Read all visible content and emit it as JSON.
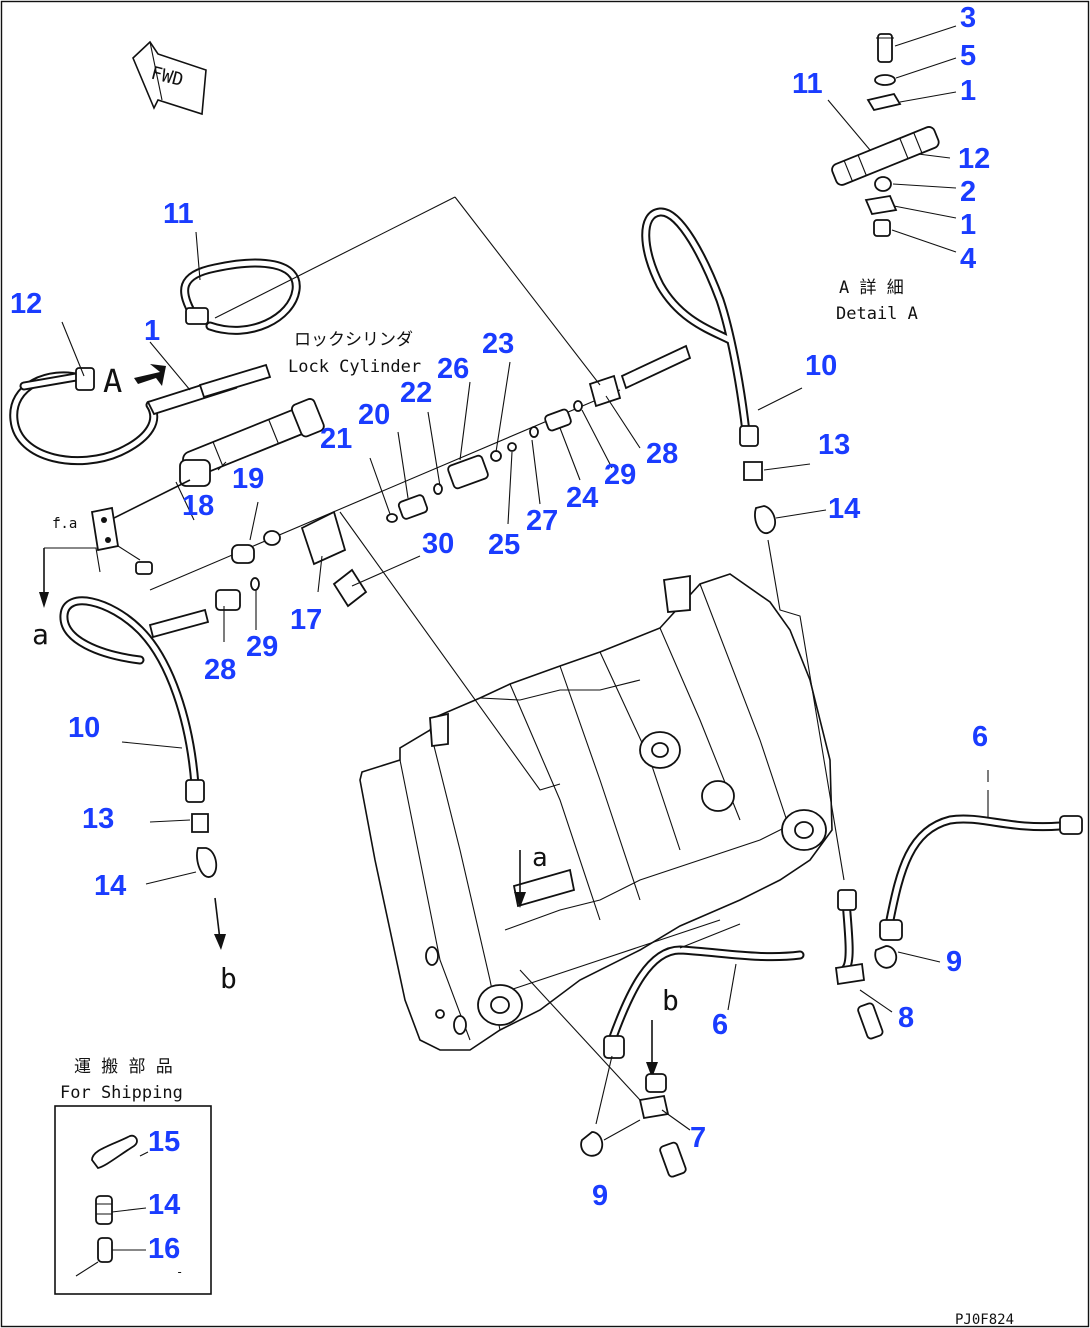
{
  "callouts": [
    {
      "id": "c-3",
      "text": "3"
    },
    {
      "id": "c-5",
      "text": "5"
    },
    {
      "id": "c-1a",
      "text": "1"
    },
    {
      "id": "c-11a",
      "text": "11"
    },
    {
      "id": "c-12a",
      "text": "12"
    },
    {
      "id": "c-2",
      "text": "2"
    },
    {
      "id": "c-1b",
      "text": "1"
    },
    {
      "id": "c-4",
      "text": "4"
    },
    {
      "id": "c-11b",
      "text": "11"
    },
    {
      "id": "c-12b",
      "text": "12"
    },
    {
      "id": "c-1c",
      "text": "1"
    },
    {
      "id": "c-23",
      "text": "23"
    },
    {
      "id": "c-26",
      "text": "26"
    },
    {
      "id": "c-22",
      "text": "22"
    },
    {
      "id": "c-20",
      "text": "20"
    },
    {
      "id": "c-21",
      "text": "21"
    },
    {
      "id": "c-19",
      "text": "19"
    },
    {
      "id": "c-18",
      "text": "18"
    },
    {
      "id": "c-30",
      "text": "30"
    },
    {
      "id": "c-17",
      "text": "17"
    },
    {
      "id": "c-29a",
      "text": "29"
    },
    {
      "id": "c-28a",
      "text": "28"
    },
    {
      "id": "c-10a",
      "text": "10"
    },
    {
      "id": "c-13a",
      "text": "13"
    },
    {
      "id": "c-14a",
      "text": "14"
    },
    {
      "id": "c-28b",
      "text": "28"
    },
    {
      "id": "c-29b",
      "text": "29"
    },
    {
      "id": "c-24",
      "text": "24"
    },
    {
      "id": "c-27",
      "text": "27"
    },
    {
      "id": "c-25",
      "text": "25"
    },
    {
      "id": "c-10b",
      "text": "10"
    },
    {
      "id": "c-13b",
      "text": "13"
    },
    {
      "id": "c-14b",
      "text": "14"
    },
    {
      "id": "c-6a",
      "text": "6"
    },
    {
      "id": "c-6b",
      "text": "6"
    },
    {
      "id": "c-9a",
      "text": "9"
    },
    {
      "id": "c-8",
      "text": "8"
    },
    {
      "id": "c-7",
      "text": "7"
    },
    {
      "id": "c-9b",
      "text": "9"
    },
    {
      "id": "c-15",
      "text": "15"
    },
    {
      "id": "c-14c",
      "text": "14"
    },
    {
      "id": "c-16",
      "text": "16"
    }
  ],
  "labels": {
    "fwd": "FWD",
    "view_a": "A",
    "detail_a_jp": "A 詳 細",
    "detail_a_en": "Detail A",
    "lock_cyl_jp": "ロックシリンダ",
    "lock_cyl_en": "Lock Cylinder",
    "shipping_jp": "運 搬 部 品",
    "shipping_en": "For Shipping",
    "ref_a": "a",
    "ref_b": "b",
    "drawing_code": "PJ0F824"
  }
}
